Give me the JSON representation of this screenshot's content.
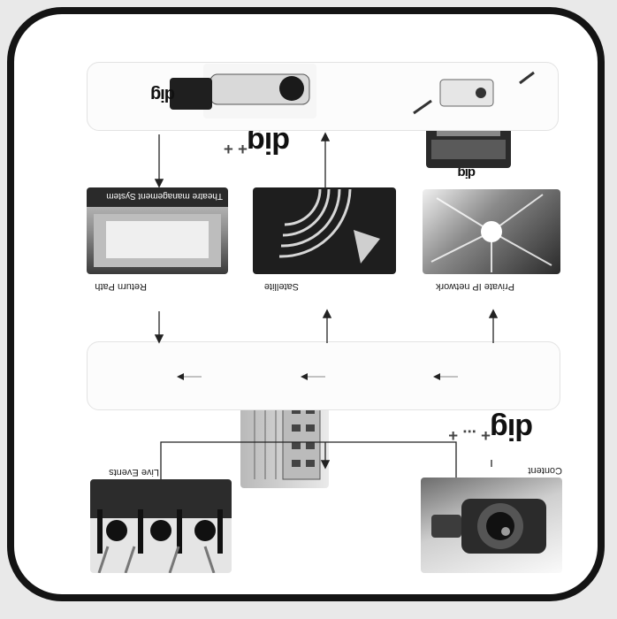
{
  "nodes": {
    "content": {
      "label": "Content"
    },
    "live_events": {
      "label": "Live Events"
    },
    "private_ip_network": {
      "label": "Private IP network"
    },
    "satellite": {
      "label": "Satellite"
    },
    "return_path": {
      "label": "Return Path"
    },
    "theatre_management_system": {
      "label": "Theatre management System"
    }
  },
  "logos": {
    "content_logo": "dig",
    "private_network_logo": "dig",
    "satellite_logo": "dig",
    "projector_bar_logo": "dig"
  },
  "colors": {
    "frame": "#141414",
    "arrow": "#222222",
    "panel_border": "#e3e3e3"
  }
}
